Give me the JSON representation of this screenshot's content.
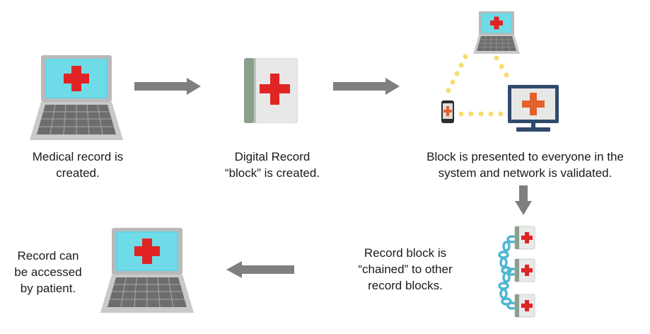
{
  "steps": [
    {
      "lines": [
        "Medical record is",
        "created."
      ],
      "icon": "laptop-medical-icon"
    },
    {
      "lines": [
        "Digital Record",
        "“block” is created."
      ],
      "icon": "medical-record-book-icon"
    },
    {
      "lines": [
        "Block is presented to everyone in the",
        "system and network is validated."
      ],
      "icon": "network-devices-icon"
    },
    {
      "lines": [
        "Record block is",
        "“chained” to other",
        "record blocks."
      ],
      "icon": "chained-blocks-icon"
    },
    {
      "lines": [
        "Record can",
        "be accessed",
        "by patient."
      ],
      "icon": "laptop-medical-icon"
    }
  ],
  "colors": {
    "arrow": "#7f7f7f",
    "cross_red": "#e02424",
    "cross_orange": "#e2622b",
    "screen_cyan": "#5ed6e6",
    "chain_blue": "#4fb6d3",
    "dots_yellow": "#f7dc6f",
    "monitor_navy": "#2f4a6b"
  }
}
